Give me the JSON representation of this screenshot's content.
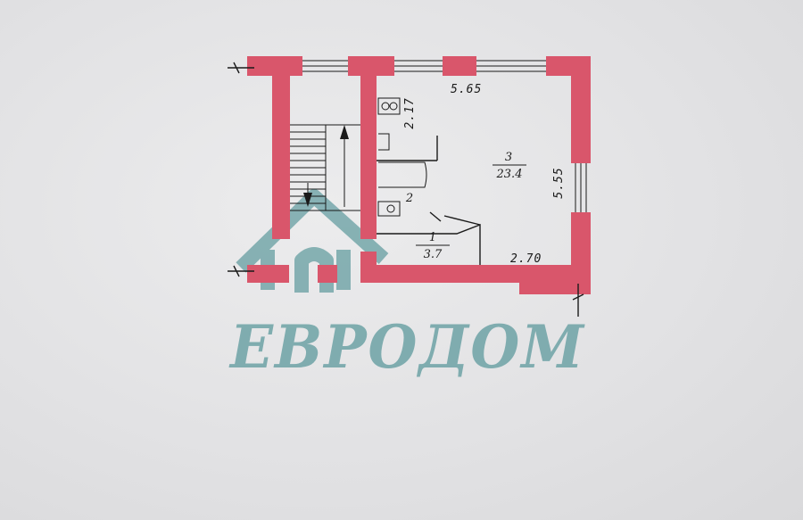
{
  "plan": {
    "wall_color": "#d9566b",
    "line_color": "#1a1a1a",
    "watermark_color": "#6ea3a6",
    "dimensions": {
      "top": "5.65",
      "right": "5.55",
      "left_inner": "2.17",
      "bottom": "2.70"
    },
    "rooms": [
      {
        "number": "3",
        "area": "23.4"
      },
      {
        "number": "2",
        "area": ""
      },
      {
        "number": "1",
        "area": "3.7"
      }
    ]
  },
  "watermark": {
    "text": "ЕВРОДОМ"
  }
}
